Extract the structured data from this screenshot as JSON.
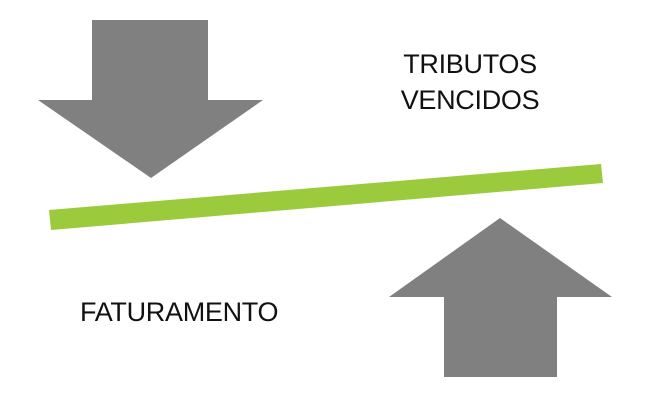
{
  "labels": {
    "top_right": [
      "TRIBUTOS",
      "VENCIDOS"
    ],
    "bottom_left": "FATURAMENTO"
  },
  "colors": {
    "arrow": "#808080",
    "balance_bar": "#9BCB3C",
    "text": "#111111",
    "background": "#ffffff"
  },
  "icons": {
    "top_arrow": "arrow-down-icon",
    "bottom_arrow": "arrow-up-icon"
  }
}
